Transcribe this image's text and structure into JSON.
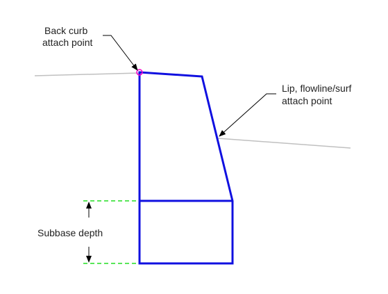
{
  "labels": {
    "back_curb_line1": "Back curb",
    "back_curb_line2": "attach point",
    "lip_line1": "Lip, flowline/surf",
    "lip_line2": "attach point",
    "subbase": "Subbase depth"
  },
  "colors": {
    "curb_outline": "#1010e0",
    "ground_line": "#c0c0c0",
    "subbase_guide": "#22dd22",
    "leader": "#000000",
    "attach_marker": "#ff00cc",
    "text": "#222222"
  }
}
